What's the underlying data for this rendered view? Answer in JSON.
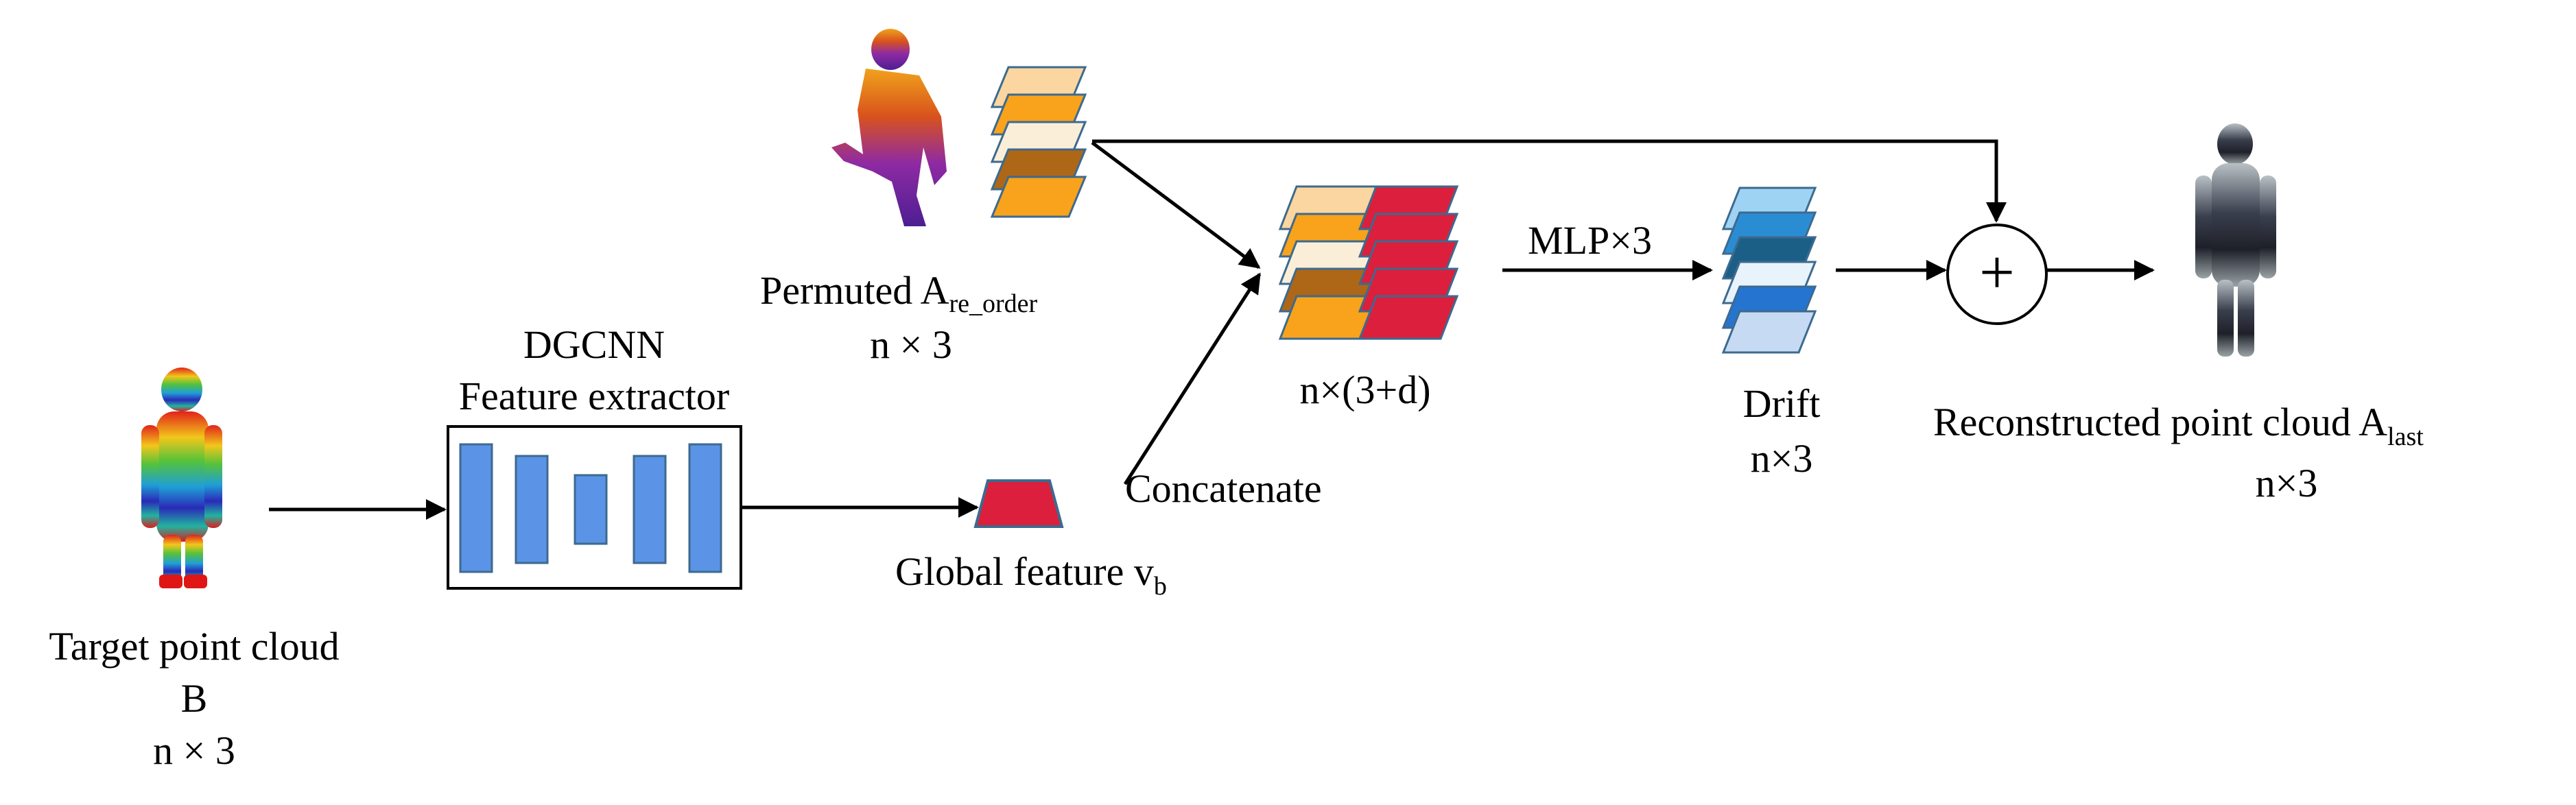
{
  "labels": {
    "permuted_main": "Permuted A",
    "permuted_sub": "re_order",
    "permuted_dim": "n × 3",
    "dgcnn_title": "DGCNN",
    "dgcnn_subtitle": "Feature extractor",
    "target_line1": "Target point cloud",
    "target_line2": "B",
    "target_dim": "n × 3",
    "global_main": "Global feature v",
    "global_sub": "b",
    "concat": "Concatenate",
    "concat_dim": "n×(3+d)",
    "mlp": "MLP×3",
    "drift_title": "Drift",
    "drift_dim": "n×3",
    "recon_main": "Reconstructed point cloud A",
    "recon_sub": "last",
    "recon_dim": "n×3",
    "plus_symbol": "+"
  },
  "colors": {
    "permuted_layers": [
      "#fcd6a0",
      "#f8a31b",
      "#fbeed8",
      "#ae6716",
      "#f8a31b"
    ],
    "concat_right": "#dc1f3c",
    "global_feature": "#dc1f3c",
    "drift_layers": [
      "#9fd3f3",
      "#2a8dd4",
      "#1c5f86",
      "#e8f3fb",
      "#2575d0",
      "#c6daf3"
    ],
    "dgcnn_bars": "#5b93e6",
    "layer_outline": "#3d6a8f"
  }
}
